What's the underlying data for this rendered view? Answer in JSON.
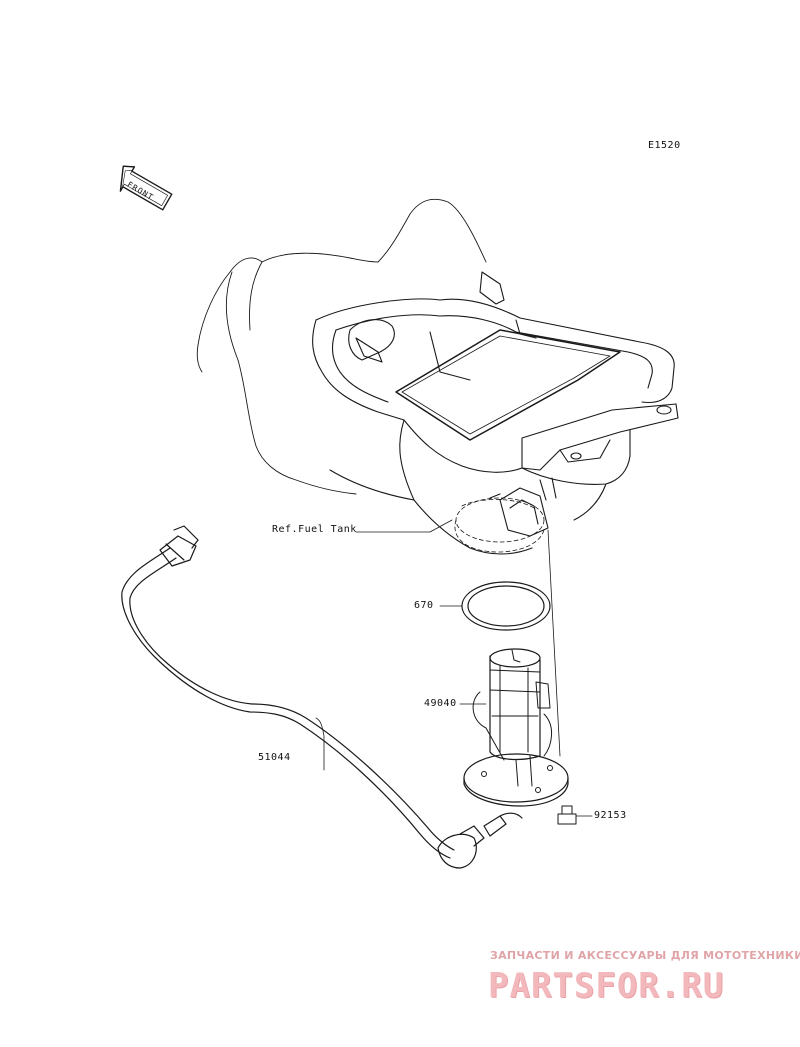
{
  "diagram_code": "E1520",
  "front_label": "FRONT",
  "labels": {
    "fuel_tank": "Ref.Fuel Tank",
    "gasket": "670",
    "fuel_pump": "49040",
    "fuel_hose": "51044",
    "bolt": "92153"
  },
  "watermark": {
    "tagline": "ЗАПЧАСТИ И АКСЕССУАРЫ ДЛЯ МОТОТЕХНИКИ",
    "logo": "PARTSFOR.RU"
  }
}
